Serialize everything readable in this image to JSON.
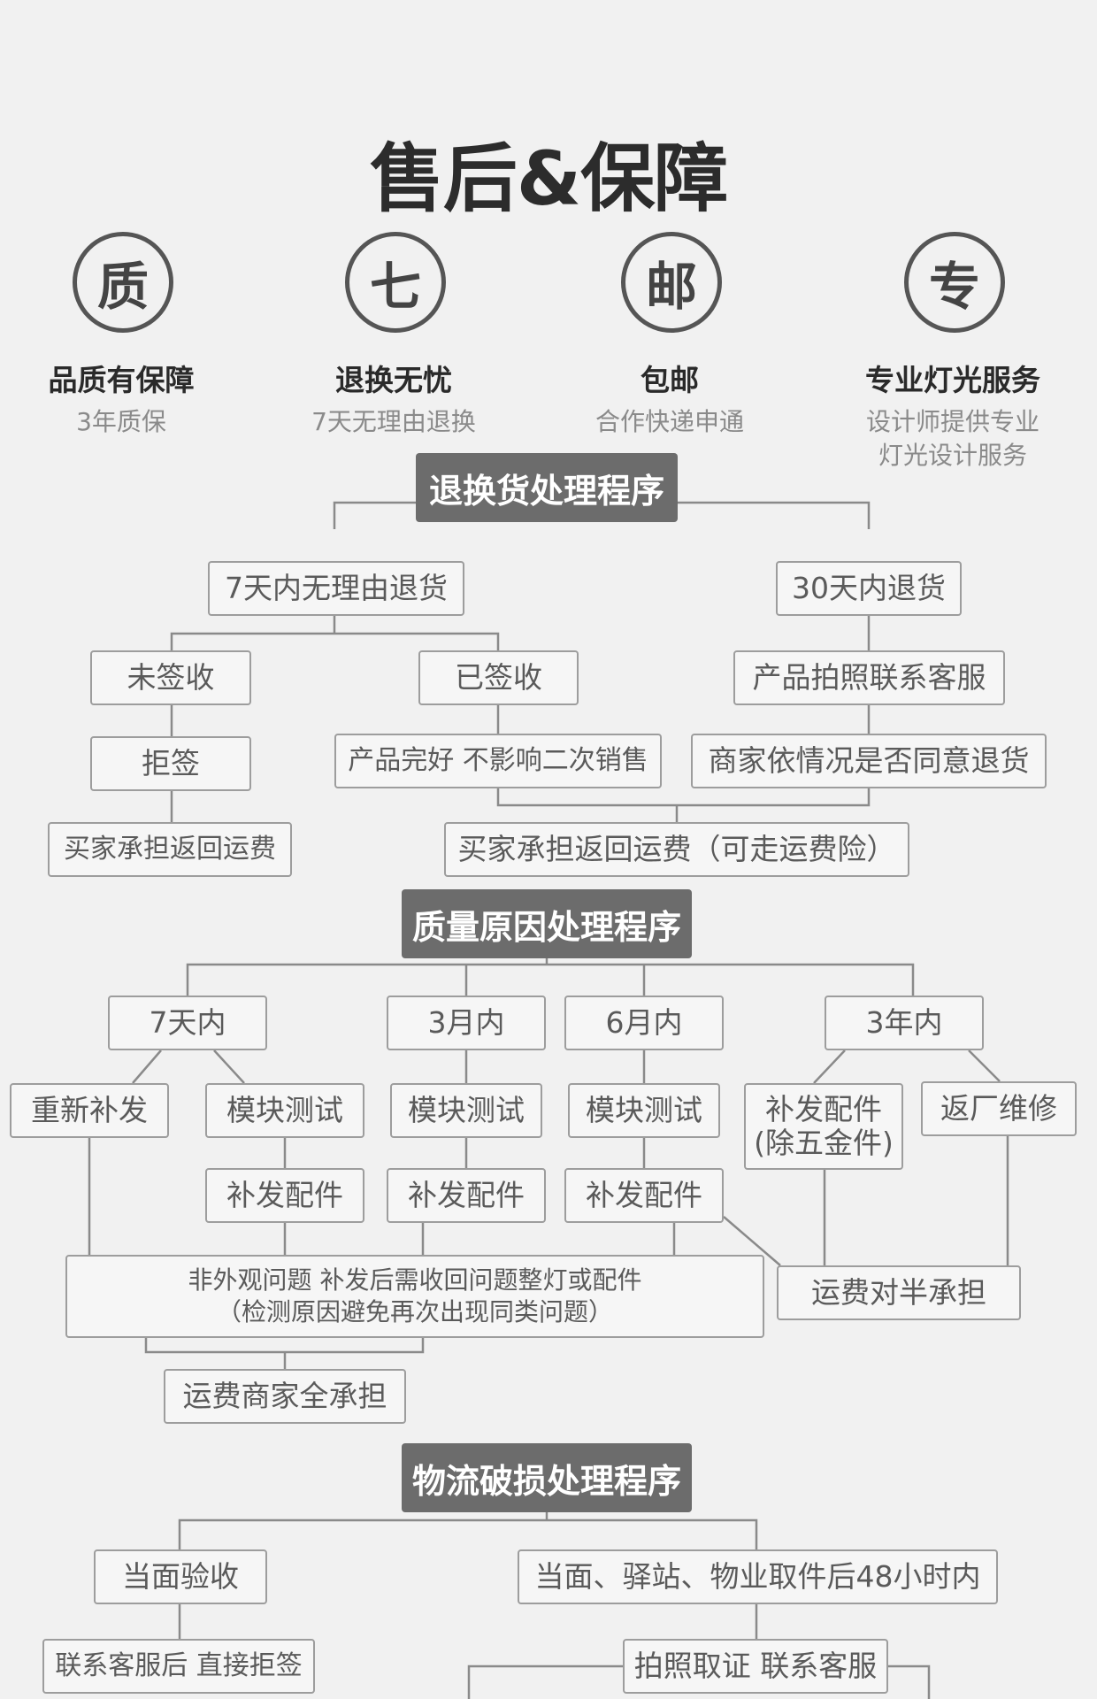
{
  "title": "售后&保障",
  "features": [
    {
      "icon_char": "质",
      "icon_name": "quality-icon",
      "title": "品质有保障",
      "subtitle": "3年质保"
    },
    {
      "icon_char": "七",
      "icon_name": "seven-days-icon",
      "title": "退换无忧",
      "subtitle": "7天无理由退换"
    },
    {
      "icon_char": "邮",
      "icon_name": "shipping-icon",
      "title": "包邮",
      "subtitle": "合作快递申通"
    },
    {
      "icon_char": "专",
      "icon_name": "professional-icon",
      "title": "专业灯光服务",
      "subtitle_line1": "设计师提供专业",
      "subtitle_line2": "灯光设计服务"
    }
  ],
  "section1": {
    "title": "退换货处理程序",
    "return7": "7天内无理由退货",
    "return30": "30天内退货",
    "unsigned": "未签收",
    "signed": "已签收",
    "photo_contact": "产品拍照联系客服",
    "reject": "拒签",
    "intact": "产品完好 不影响二次销售",
    "merchant_decide": "商家依情况是否同意退货",
    "buyer_pays": "买家承担返回运费",
    "buyer_pays_insurance": "买家承担返回运费（可走运费险）"
  },
  "section2": {
    "title": "质量原因处理程序",
    "p7d": "7天内",
    "p3m": "3月内",
    "p6m": "6月内",
    "p3y": "3年内",
    "resend": "重新补发",
    "module_test_1": "模块测试",
    "module_test_2": "模块测试",
    "module_test_3": "模块测试",
    "parts_line1": "补发配件",
    "parts_line2": "(除五金件)",
    "factory_repair": "返厂维修",
    "send_parts_1": "补发配件",
    "send_parts_2": "补发配件",
    "send_parts_3": "补发配件",
    "non_appearance_line1": "非外观问题 补发后需收回问题整灯或配件",
    "non_appearance_line2": "（检测原因避免再次出现同类问题）",
    "split_freight": "运费对半承担",
    "merchant_freight": "运费商家全承担"
  },
  "section3": {
    "title": "物流破损处理程序",
    "face_inspect": "当面验收",
    "within_48h": "当面、驿站、物业取件后48小时内",
    "contact_reject": "联系客服后 直接拒签",
    "photo_evidence": "拍照取证 联系客服"
  }
}
